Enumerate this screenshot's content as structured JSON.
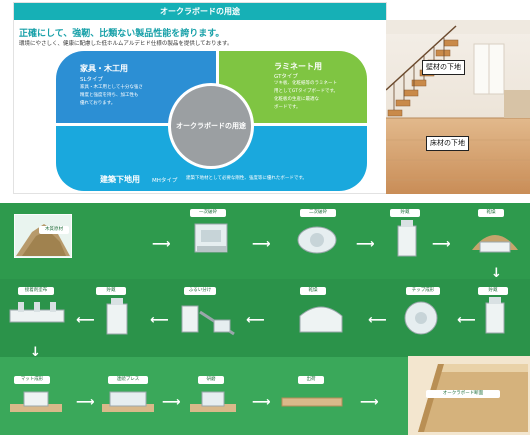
{
  "usage_panel": {
    "header_title": "オークラボードの用途",
    "headline": "正確にして、強靭、比類ない製品性能を誇ります。",
    "subline": "環境にやさしく、健康に配慮した低ホルムアルデヒド仕様の製品を提供しております。",
    "center_label": "オークラボードの用途",
    "quadrants": [
      {
        "title": "家具・木工用",
        "type": "SLタイプ",
        "desc": [
          "家具・木工用として十分な強さ",
          "精度と強度を持ち、加工性も",
          "優れております。"
        ],
        "color": "#2c8fd4"
      },
      {
        "title": "ラミネート用",
        "type": "GTタイプ",
        "desc": [
          "ツキ板、化粧紙等のラミネート",
          "用としてGTタイプボードです。",
          "化粧板の生産に最適な",
          "ボードです。"
        ],
        "color": "#7fc542"
      },
      {
        "title": "建築下地用",
        "type": "MHタイプ",
        "desc": [
          "建築下地材として必要な剛性、強度等に優れたボードです。"
        ],
        "color": "#1aa8dd"
      }
    ]
  },
  "photo": {
    "labels": [
      "壁材の下地",
      "床材の下地"
    ]
  },
  "process": {
    "steps": [
      "木質原材",
      "一次破砕",
      "二次破砕",
      "貯蔵",
      "乾燥",
      "貯蔵",
      "チップ成形",
      "乾燥",
      "ふるい分け",
      "貯蔵",
      "接着剤塗布",
      "マット成形",
      "連続プレス",
      "研磨",
      "出荷"
    ],
    "final_label": "オークラボード断面"
  },
  "colors": {
    "header": "#16b0b6",
    "process_bg": "#2f9e4f"
  }
}
